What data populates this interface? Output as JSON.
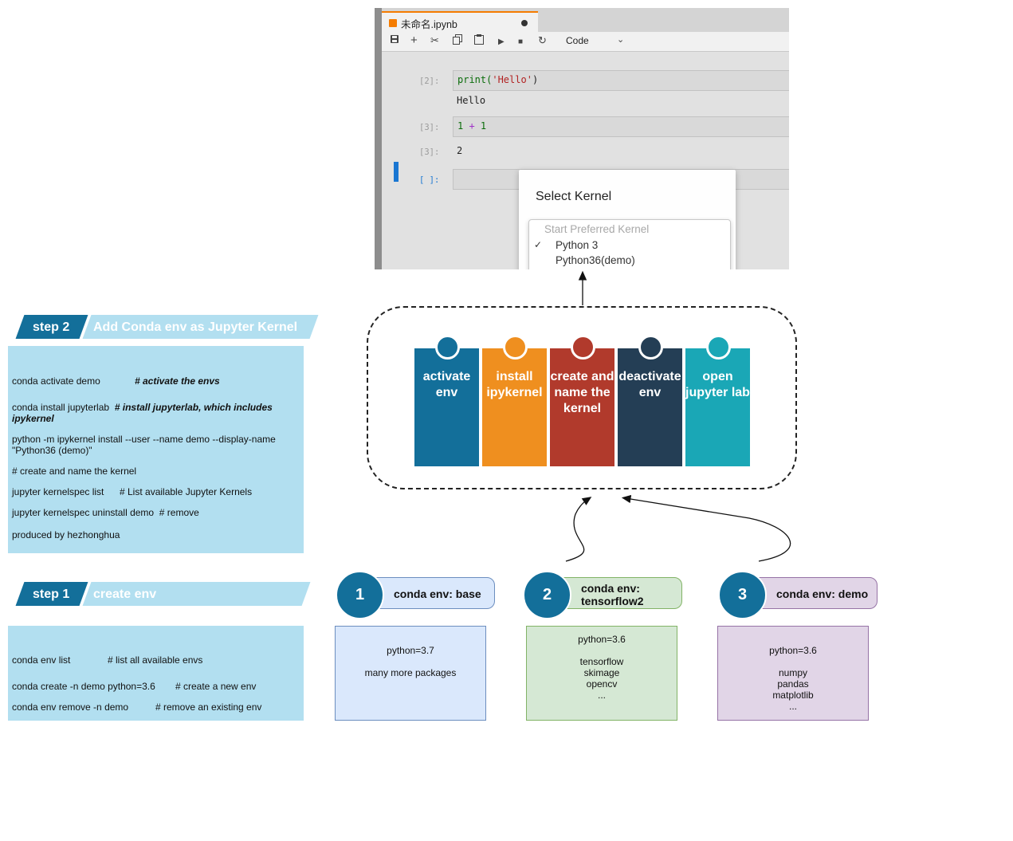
{
  "jupyter": {
    "tab_title": "未命名.ipynb",
    "toolbar_cell_type": "Code",
    "cells": [
      {
        "prompt": "[2]:",
        "code": [
          "print(",
          "'Hello'",
          ")"
        ],
        "output": "Hello"
      },
      {
        "prompt": "[3]:",
        "code": [
          "1",
          " + ",
          "1"
        ],
        "output_prompt": "[3]:",
        "output": "2"
      },
      {
        "prompt": "[ ]:"
      }
    ],
    "dialog": {
      "title": "Select Kernel",
      "options": [
        "Start Preferred Kernel",
        "Python 3",
        "Python36(demo)"
      ],
      "selected_mark": "✓"
    }
  },
  "workflow": {
    "cards": [
      {
        "label": "activate env",
        "color": "#136f9a"
      },
      {
        "label": "install ipykernel",
        "color": "#ef8f1f"
      },
      {
        "label": "create and name the kernel",
        "color": "#b13a2c"
      },
      {
        "label": "deactivate env",
        "color": "#243e55"
      },
      {
        "label": "open jupyter lab",
        "color": "#1aa7b6"
      }
    ]
  },
  "step2": {
    "tag": "step 2",
    "title": "Add Conda env as Jupyter Kernel",
    "lines": [
      {
        "cmd": "conda activate demo",
        "comment": "# activate the envs"
      },
      {
        "cmd": "conda install jupyterlab",
        "comment": "# install jupyterlab, which includes ipykernel"
      },
      {
        "cmd": "python -m ipykernel install --user --name demo --display-name \"Python36 (demo)\"",
        "comment": ""
      },
      {
        "cmd": "",
        "comment": "# create and name the kernel"
      },
      {
        "cmd": "jupyter kernelspec list",
        "note": "# List available Jupyter Kernels"
      },
      {
        "cmd": "jupyter kernelspec uninstall demo",
        "note": "# remove"
      },
      {
        "cmd": "produced by hezhonghua",
        "note": ""
      }
    ]
  },
  "step1": {
    "tag": "step 1",
    "title": "create env",
    "lines": [
      {
        "cmd": "conda env list",
        "note": "# list all available envs"
      },
      {
        "cmd": "conda create -n demo python=3.6",
        "note": "# create a new env"
      },
      {
        "cmd": "conda env remove -n demo",
        "note": "# remove an existing env"
      }
    ]
  },
  "envs": [
    {
      "num": "1",
      "name": "conda env: base",
      "fill": "#dae8fc",
      "stroke": "#6c8ebf",
      "details": [
        "python=3.7",
        "",
        "many more packages"
      ]
    },
    {
      "num": "2",
      "name": "conda env: tensorflow2",
      "fill": "#d5e8d4",
      "stroke": "#82b366",
      "details": [
        "python=3.6",
        "",
        "tensorflow",
        "skimage",
        "opencv",
        "..."
      ]
    },
    {
      "num": "3",
      "name": "conda env: demo",
      "fill": "#e1d5e7",
      "stroke": "#9673a6",
      "details": [
        "python=3.6",
        "",
        "numpy",
        "pandas",
        "matplotlib",
        "..."
      ]
    }
  ]
}
